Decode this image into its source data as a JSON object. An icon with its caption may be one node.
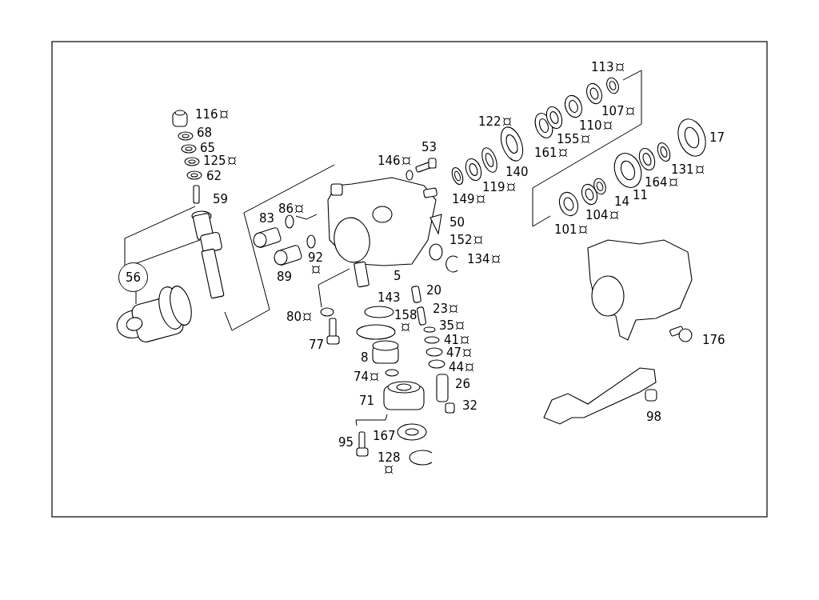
{
  "diagram": {
    "nodes": [
      {
        "text": [
          "56"
        ]
      }
    ],
    "labels": [
      "113",
      "116",
      "107",
      "122",
      "110",
      "68",
      "155",
      "17",
      "161",
      "65",
      "53",
      "125",
      "146",
      "140",
      "131",
      "62",
      "119",
      "164",
      "149",
      "11",
      "59",
      "14",
      "86",
      "83",
      "104",
      "50",
      "101",
      "152",
      "92",
      "134",
      "89",
      "5",
      "20",
      "143",
      "23",
      "80",
      "158",
      "35",
      "41",
      "77",
      "47",
      "8",
      "176",
      "44",
      "74",
      "26",
      "71",
      "32",
      "98",
      "167",
      "95",
      "128"
    ]
  }
}
